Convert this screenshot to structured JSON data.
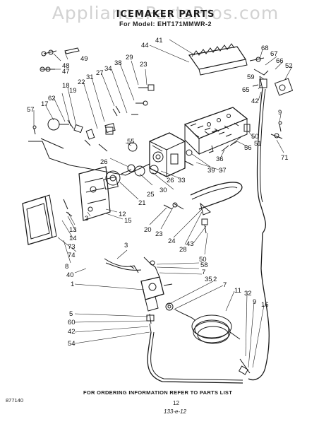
{
  "watermark": "AppliancePartsPros.com",
  "title": "ICEMAKER PARTS",
  "subtitle": "For Model: EHT171MMWR-2",
  "footnote": "FOR ORDERING INFORMATION REFER TO PARTS LIST",
  "figure_code": "877140",
  "page_number": "12",
  "handwritten_note": "133-e-12",
  "callouts": {
    "c41": "41",
    "c44": "44",
    "c68": "68",
    "c67": "67",
    "c66": "66",
    "c52": "52",
    "c48": "48",
    "c49": "49",
    "c47": "47",
    "c29": "29",
    "c38": "38",
    "c34": "34",
    "c27": "27",
    "c31": "31",
    "c22": "22",
    "c23": "23",
    "c59": "59",
    "c65": "65",
    "c42a": "42",
    "c18": "18",
    "c19": "19",
    "c62": "62",
    "c17": "17",
    "c57": "57",
    "c9a": "9",
    "c56": "56",
    "c51": "51",
    "c50a": "50",
    "c71": "71",
    "c55": "55",
    "c26a": "26",
    "c36": "36",
    "c39": "39",
    "c37": "37",
    "c33": "33",
    "c26b": "26",
    "c30": "30",
    "c25": "25",
    "c21": "21",
    "c12": "12",
    "c3a": "3",
    "c15": "15",
    "c20": "20",
    "c23b": "23",
    "c24": "24",
    "c28": "28",
    "c43": "43",
    "c50b": "50",
    "c13": "13",
    "c14": "14",
    "c73": "73",
    "c74": "74",
    "c8": "8",
    "c3b": "3",
    "c58": "58",
    "c7a": "7",
    "c35": "35",
    "c40": "40",
    "c1": "1",
    "c2": "2",
    "c7b": "7",
    "c11": "11",
    "c32": "32",
    "c9b": "9",
    "c16": "16",
    "c5": "5",
    "c60": "60",
    "c42b": "42",
    "c54": "54"
  },
  "colors": {
    "ink": "#1a1a1a",
    "watermark": "#d2d2d2",
    "paper": "#ffffff"
  }
}
